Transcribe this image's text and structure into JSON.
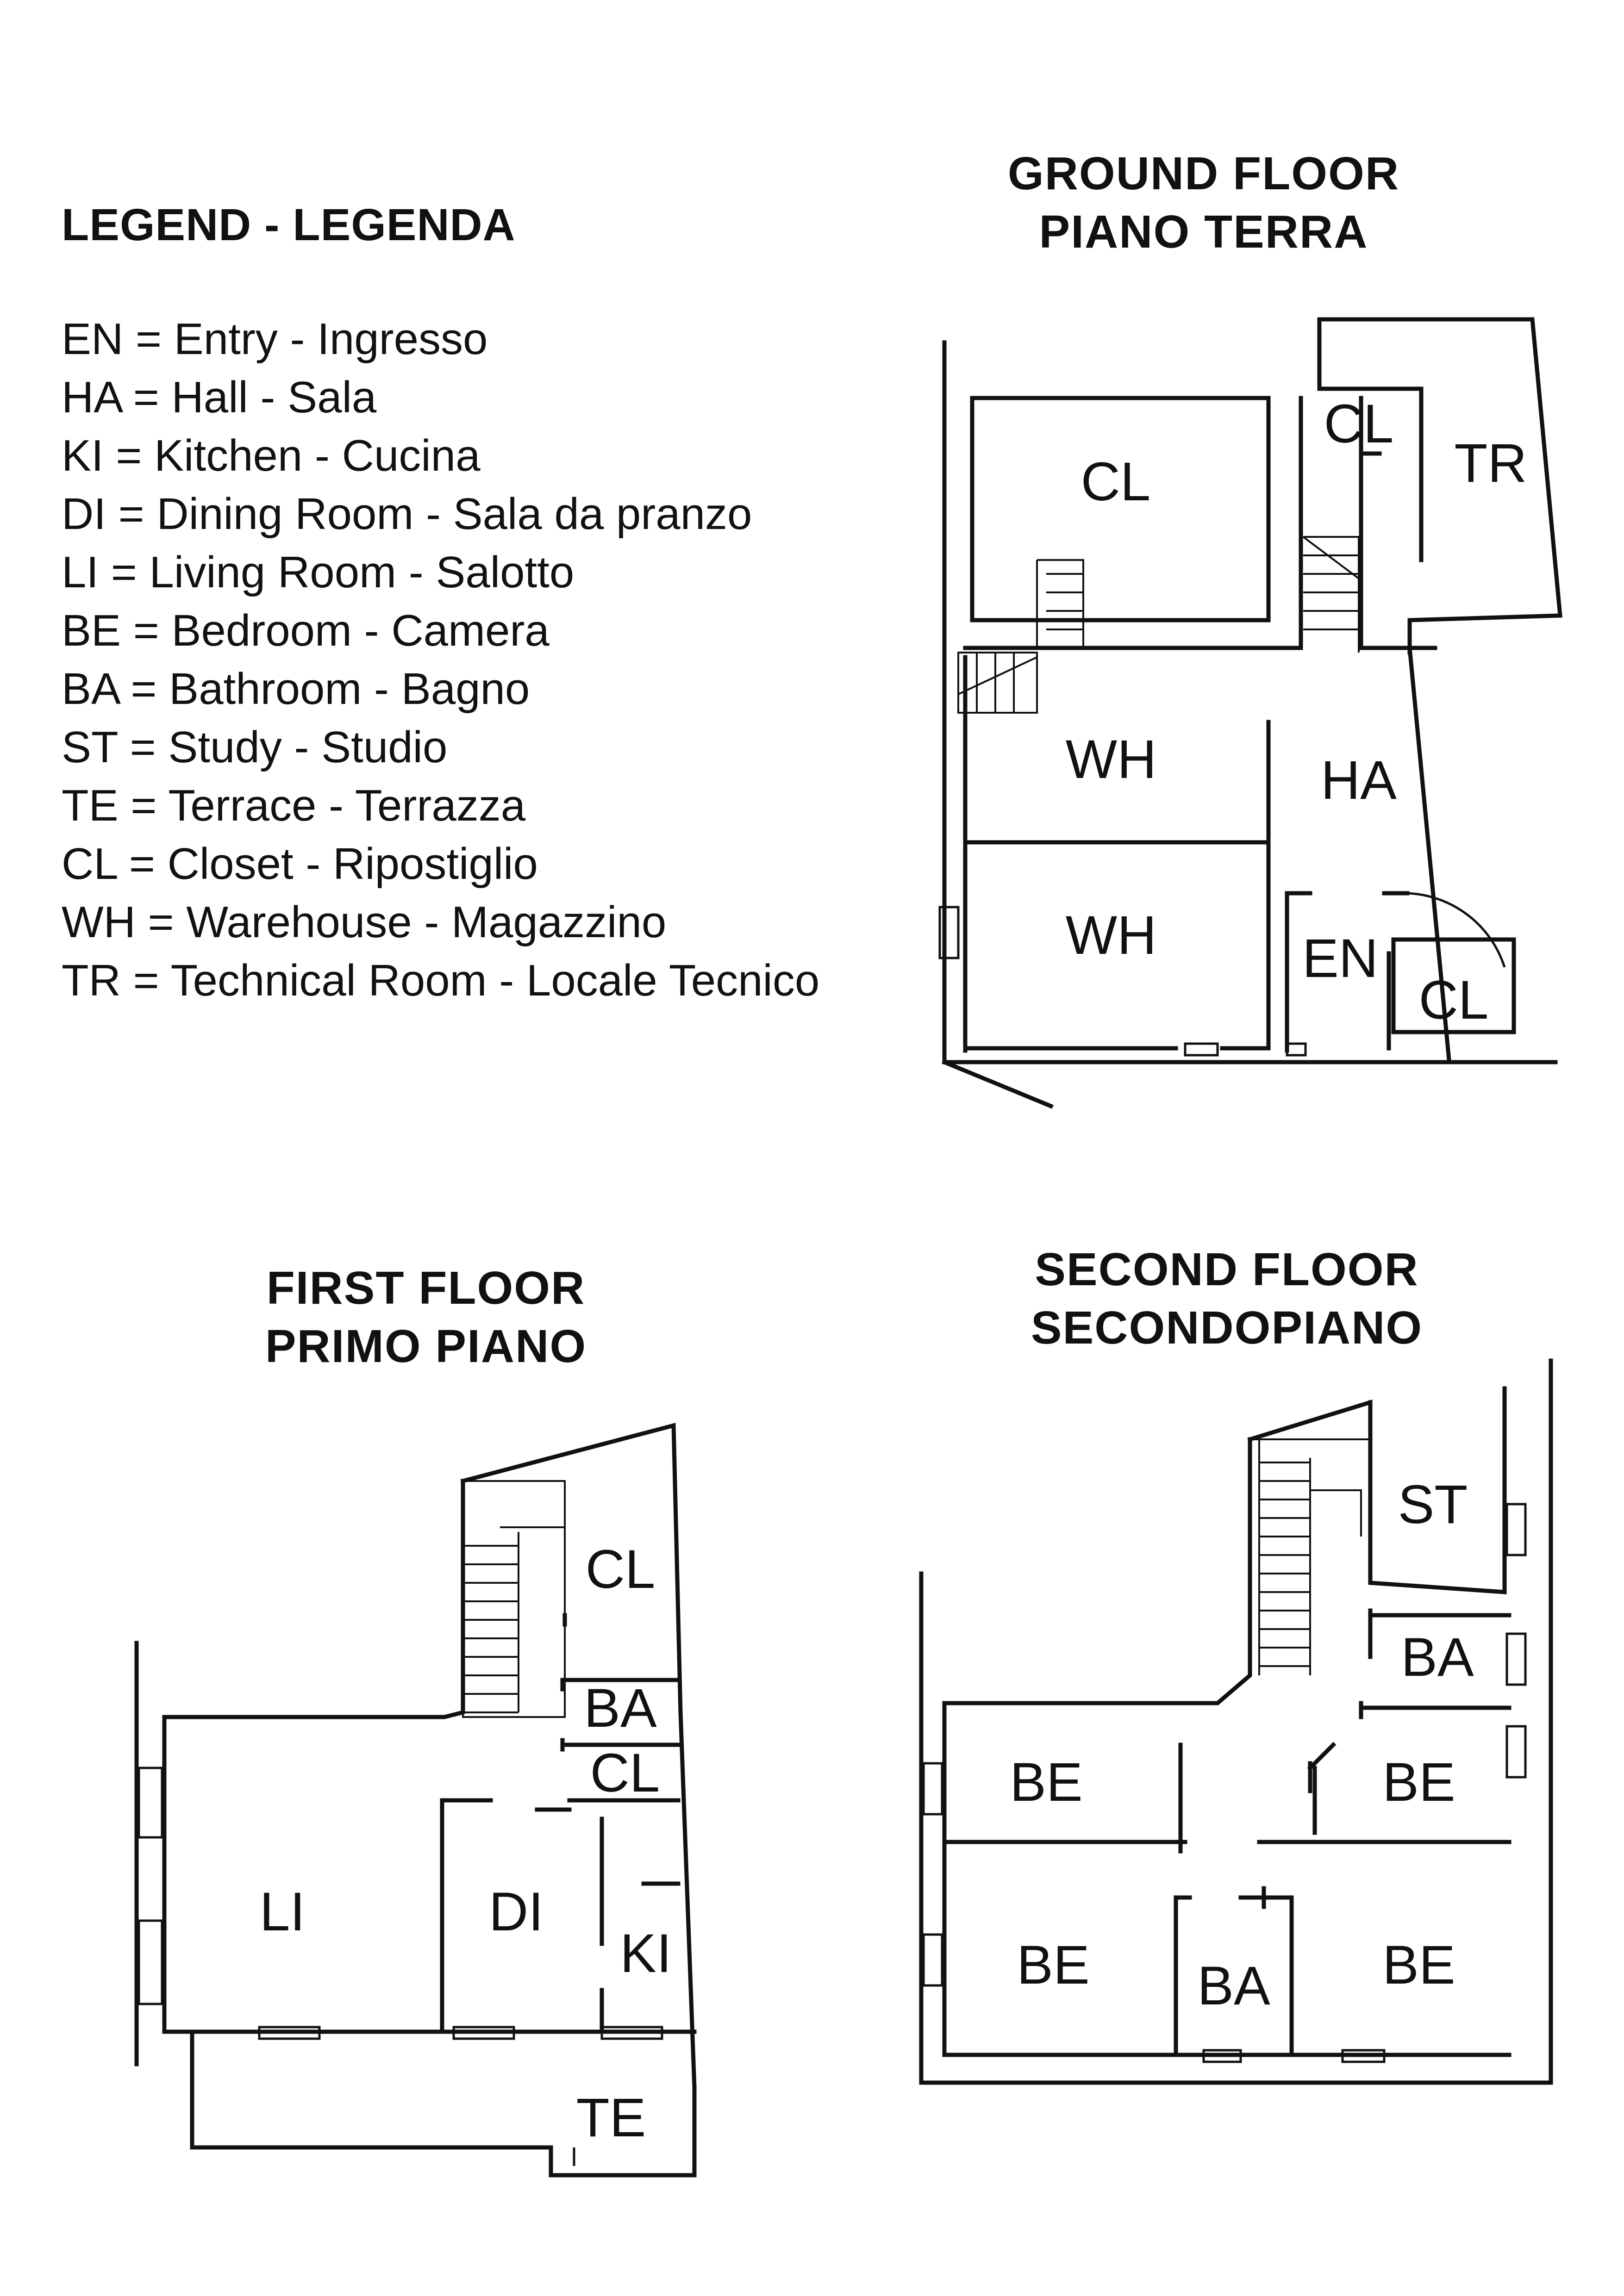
{
  "legend": {
    "title": "LEGEND - LEGENDA",
    "items": [
      "EN = Entry - Ingresso",
      "HA = Hall - Sala",
      "KI = Kitchen - Cucina",
      "DI = Dining Room - Sala da pranzo",
      "LI = Living Room - Salotto",
      "BE = Bedroom - Camera",
      "BA = Bathroom - Bagno",
      "ST = Study - Studio",
      "TE = Terrace - Terrazza",
      "CL = Closet - Ripostiglio",
      "WH = Warehouse - Magazzino",
      "TR = Technical Room - Locale Tecnico"
    ]
  },
  "floors": {
    "ground": {
      "title_en": "GROUND FLOOR",
      "title_it": "PIANO TERRA",
      "rooms": {
        "cl_big": "CL",
        "cl_small": "CL",
        "tr": "TR",
        "wh_top": "WH",
        "ha": "HA",
        "wh_bottom": "WH",
        "en": "EN",
        "cl_corner": "CL"
      }
    },
    "first": {
      "title_en": "FIRST FLOOR",
      "title_it": "PRIMO PIANO",
      "rooms": {
        "cl_top": "CL",
        "ba": "BA",
        "cl_mid": "CL",
        "li": "LI",
        "di": "DI",
        "ki": "KI",
        "te": "TE"
      }
    },
    "second": {
      "title_en": "SECOND FLOOR",
      "title_it": "SECONDOPIANO",
      "rooms": {
        "st": "ST",
        "ba_top": "BA",
        "be_left_top": "BE",
        "be_right_top": "BE",
        "be_left_bottom": "BE",
        "ba_bottom": "BA",
        "be_right_bottom": "BE"
      }
    }
  }
}
